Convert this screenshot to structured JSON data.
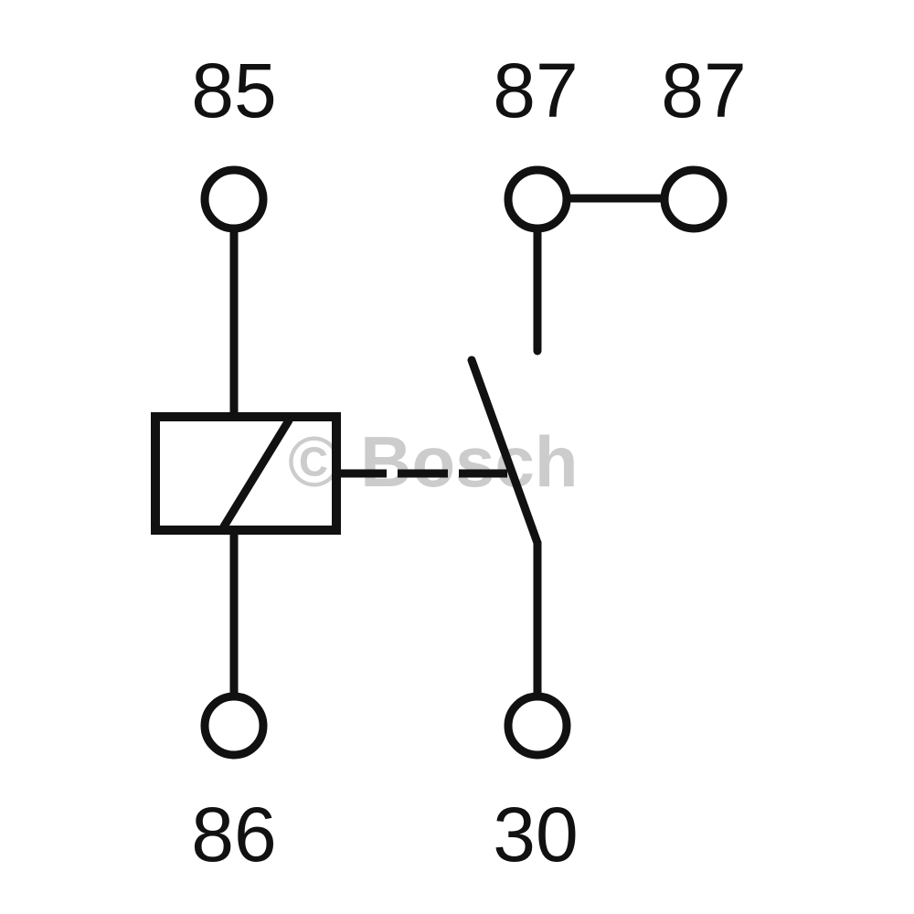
{
  "diagram": {
    "type": "relay-schematic",
    "terminals": [
      {
        "id": "85",
        "label": "85",
        "role": "coil"
      },
      {
        "id": "86",
        "label": "86",
        "role": "coil"
      },
      {
        "id": "87a",
        "label": "87",
        "role": "normally-open contact"
      },
      {
        "id": "87b",
        "label": "87",
        "role": "normally-open contact (bridged)"
      },
      {
        "id": "30",
        "label": "30",
        "role": "common"
      }
    ],
    "watermark": "© Bosch",
    "colors": {
      "line": "#111111",
      "background": "#ffffff",
      "watermark": "#cccccc"
    }
  }
}
